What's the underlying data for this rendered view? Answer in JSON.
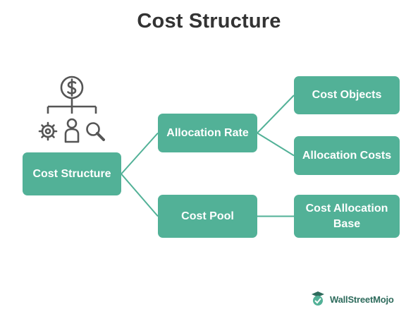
{
  "title": "Cost Structure",
  "colors": {
    "node_fill": "#52b197",
    "node_text": "#ffffff",
    "connector": "#52b197",
    "icon_stroke": "#555555",
    "title_text": "#333333",
    "logo_text": "#2e6b5c"
  },
  "nodes": {
    "root": "Cost Structure",
    "rate": "Allocation Rate",
    "pool": "Cost Pool",
    "objects": "Cost Objects",
    "costs": "Allocation Costs",
    "base": "Cost Allocation Base"
  },
  "edges": [
    [
      "root",
      "rate"
    ],
    [
      "root",
      "pool"
    ],
    [
      "rate",
      "objects"
    ],
    [
      "rate",
      "costs"
    ],
    [
      "pool",
      "base"
    ]
  ],
  "icons": [
    "dollar-circle-icon",
    "gear-icon",
    "person-icon",
    "magnifier-icon"
  ],
  "logo": {
    "text": "WallStreetMojo"
  }
}
